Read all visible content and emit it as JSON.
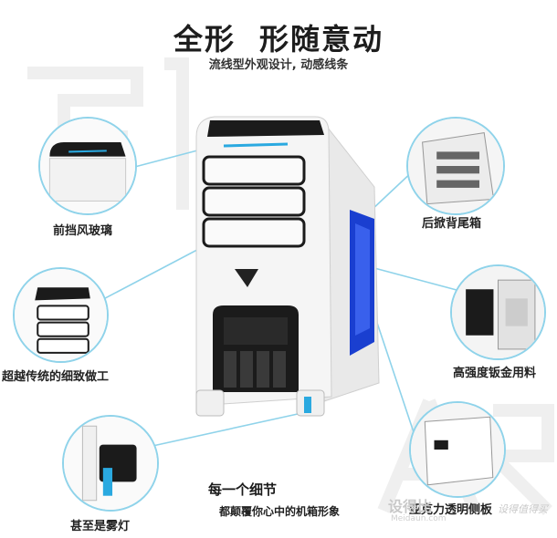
{
  "headline": {
    "part1": "全形",
    "part2": "形随意动"
  },
  "subheadline": "流线型外观设计, 动感线条",
  "callouts": {
    "windshield": {
      "label": "前挡风玻璃"
    },
    "rear_box": {
      "label": "后掀背尾箱"
    },
    "craft": {
      "label": "超越传统的细致做工"
    },
    "sheet_metal": {
      "label": "高强度钣金用料"
    },
    "fog_light": {
      "label": "甚至是雾灯"
    },
    "acrylic": {
      "label": "亚克力透明侧板"
    }
  },
  "bottom": {
    "title": "每一个细节",
    "subtitle": "都颠覆你心中的机箱形象"
  },
  "watermark": {
    "text": "设得比",
    "sub": "Meidaun.com",
    "alt": "设得值得买"
  },
  "colors": {
    "accent": "#8fd3ea",
    "blue_panel": "#1a3fd0",
    "case_white": "#f4f4f4",
    "dark": "#1b1b1b"
  }
}
